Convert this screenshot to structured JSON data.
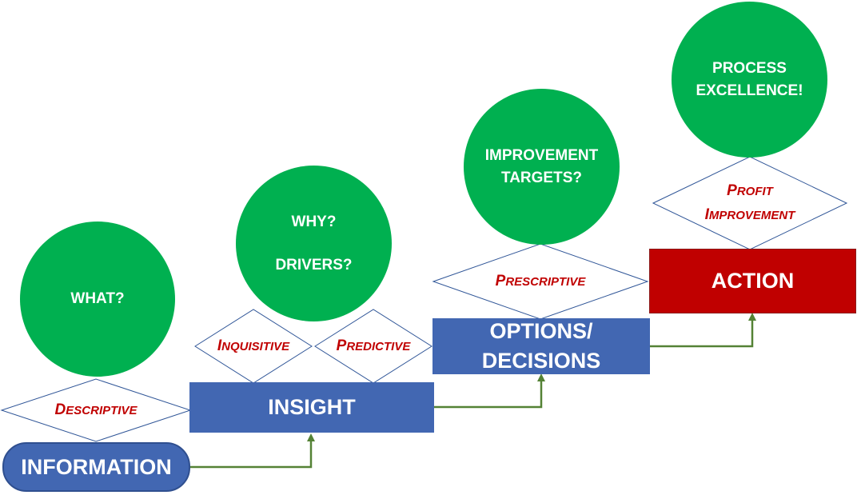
{
  "colors": {
    "blue": "#4267b2",
    "red": "#c00000",
    "green": "#00b050",
    "label_red": "#c00000",
    "arrow_green": "#548235",
    "diamond_outline": "#2f5597"
  },
  "steps": {
    "information": "INFORMATION",
    "insight": "INSIGHT",
    "options_line1": "OPTIONS/",
    "options_line2": "DECISIONS",
    "action": "ACTION"
  },
  "questions": {
    "what": "WHAT?",
    "why": "WHY?",
    "drivers": "DRIVERS?",
    "improvement": "IMPROVEMENT",
    "targets": "TARGETS?",
    "process": "PROCESS",
    "excellence": "EXCELLENCE!"
  },
  "analytics": {
    "descriptive": "Descriptive",
    "inquisitive": "Inquisitive",
    "predictive": "Predictive",
    "prescriptive": "Prescriptive",
    "profit": "Profit",
    "improvement": "Improvement"
  }
}
